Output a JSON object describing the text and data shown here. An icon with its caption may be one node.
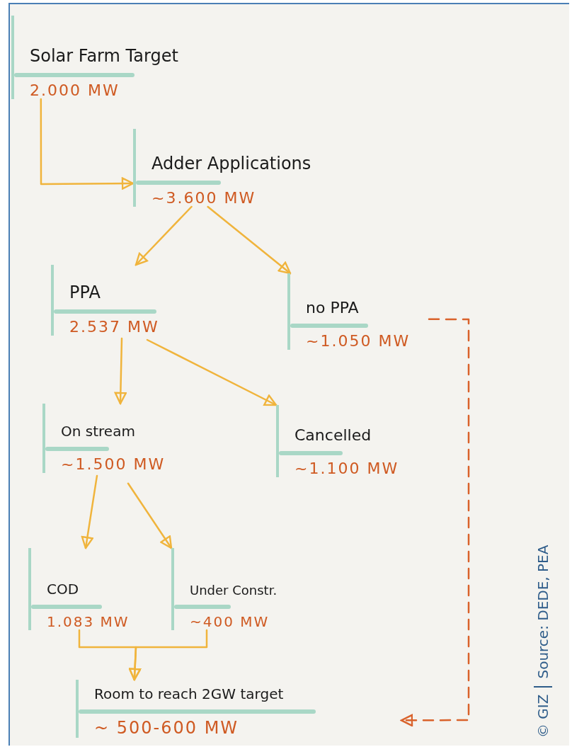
{
  "diagram": {
    "nodes": [
      {
        "text": [
          "Solar Farm Target",
          "2.000 MW"
        ]
      },
      {
        "text": [
          "Adder Applications",
          "~3.600 MW"
        ]
      },
      {
        "text": [
          "PPA",
          "2.537 MW"
        ]
      },
      {
        "text": [
          "no PPA",
          "~1.050 MW"
        ]
      },
      {
        "text": [
          "On stream",
          "~1.500 MW"
        ]
      },
      {
        "text": [
          "Cancelled",
          "~1.100 MW"
        ]
      },
      {
        "text": [
          "COD",
          "1.083 MW"
        ]
      },
      {
        "text": [
          "Under Constr.",
          "~400 MW"
        ]
      },
      {
        "text": [
          "Room to reach 2GW target",
          "~ 500-600 MW"
        ]
      }
    ],
    "edges": [
      {
        "from": 0,
        "to": 1,
        "arrow": "to"
      },
      {
        "from": 1,
        "to": 2,
        "arrow": "to"
      },
      {
        "from": 1,
        "to": 3,
        "arrow": "to"
      },
      {
        "from": 2,
        "to": 4,
        "arrow": "to"
      },
      {
        "from": 2,
        "to": 5,
        "arrow": "to"
      },
      {
        "from": 4,
        "to": 6,
        "arrow": "to"
      },
      {
        "from": 4,
        "to": 7,
        "arrow": "to"
      },
      {
        "from": 6,
        "to": 8,
        "arrow": "to"
      },
      {
        "from": 7,
        "to": 8,
        "arrow": "to"
      },
      {
        "from": 3,
        "to": 8,
        "arrow": "to",
        "style": "dashed",
        "color": "#d9622b"
      }
    ],
    "labels": [
      "© GIZ",
      "Source: DEDE, PEA"
    ]
  }
}
